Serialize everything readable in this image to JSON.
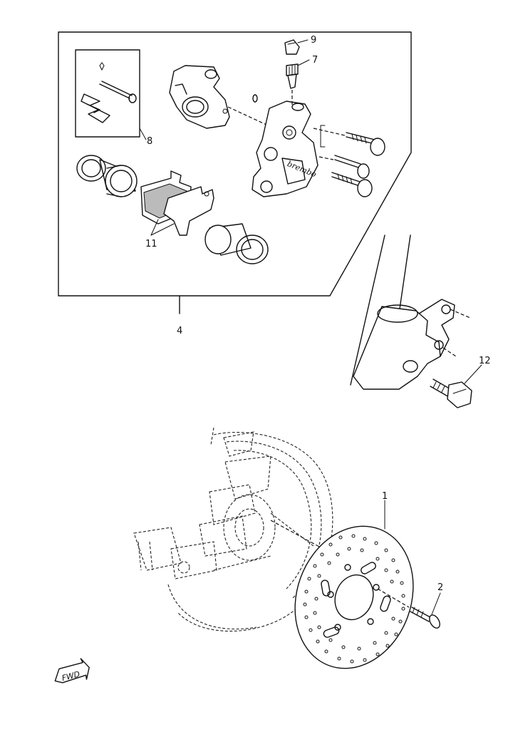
{
  "callouts": {
    "c1": "1",
    "c2": "2",
    "c4": "4",
    "c7": "7",
    "c8": "8",
    "c9": "9",
    "c11": "11",
    "c12": "12"
  },
  "caliper_brand": "brembo",
  "fwd_label": "FWD"
}
